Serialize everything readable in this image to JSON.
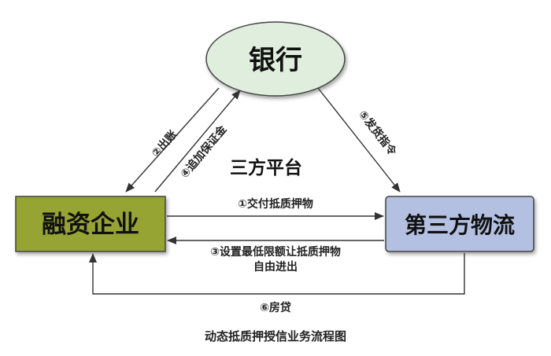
{
  "nodes": {
    "bank": "银行",
    "enterprise": "融资企业",
    "logistics": "第三方物流",
    "platform": "三方平台"
  },
  "edges": {
    "payout": "②出账",
    "margin": "④追加保证金",
    "release_order": "⑤发货指令",
    "deliver_collateral": "①交付抵质押物",
    "min_line_1": "③设置最低限额让抵质押物",
    "min_line_2": "自由进出",
    "loan": "⑥房贷"
  },
  "caption": "动态抵质押授信业务流程图",
  "colors": {
    "bank_fill": "#dfeedd",
    "enterprise_fill": "#95a430",
    "logistics_fill": "#b4c0e2",
    "stroke": "#444444"
  }
}
